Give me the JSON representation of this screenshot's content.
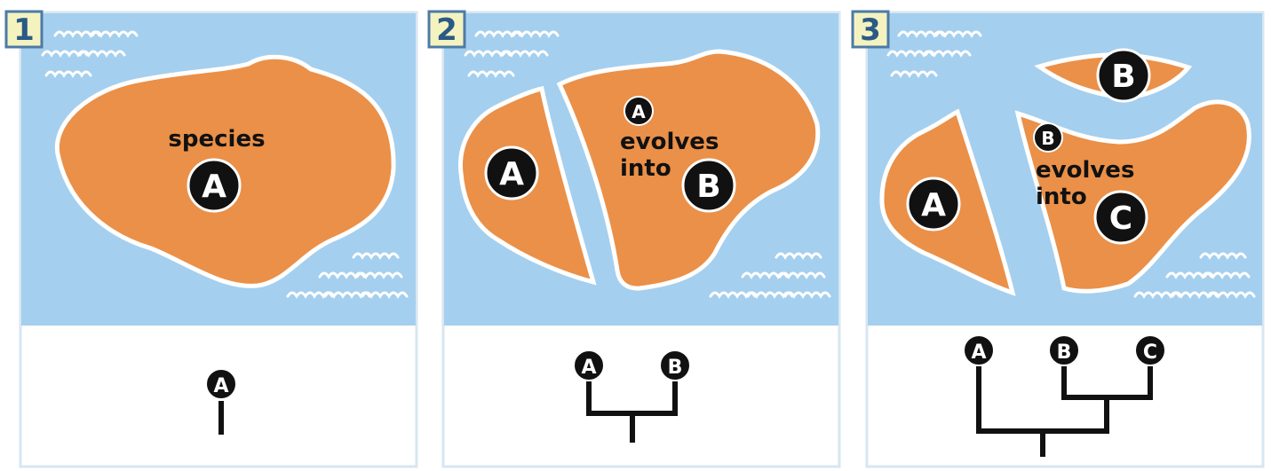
{
  "colors": {
    "water": "#a5cfee",
    "land": "#eb9048",
    "coast": "#ffffff",
    "frame": "#d7e6f2",
    "badge_bg": "#f4f3c0",
    "badge_border": "#4d7aa6",
    "badge_text": "#2a5a86",
    "marker": "#111111",
    "tree_line": "#111111"
  },
  "panels": [
    {
      "number": "1",
      "label_species": "species",
      "markers": {
        "main": "A"
      },
      "tree": {
        "tips": [
          "A"
        ]
      }
    },
    {
      "number": "2",
      "markers": {
        "left": "A",
        "small": "A",
        "main": "B"
      },
      "caption_evolves": "evolves",
      "caption_into": "into",
      "tree": {
        "tips": [
          "A",
          "B"
        ]
      }
    },
    {
      "number": "3",
      "markers": {
        "top": "B",
        "left": "A",
        "small": "B",
        "main": "C"
      },
      "caption_evolves": "evolves",
      "caption_into": "into",
      "tree": {
        "tips": [
          "A",
          "B",
          "C"
        ]
      }
    }
  ]
}
